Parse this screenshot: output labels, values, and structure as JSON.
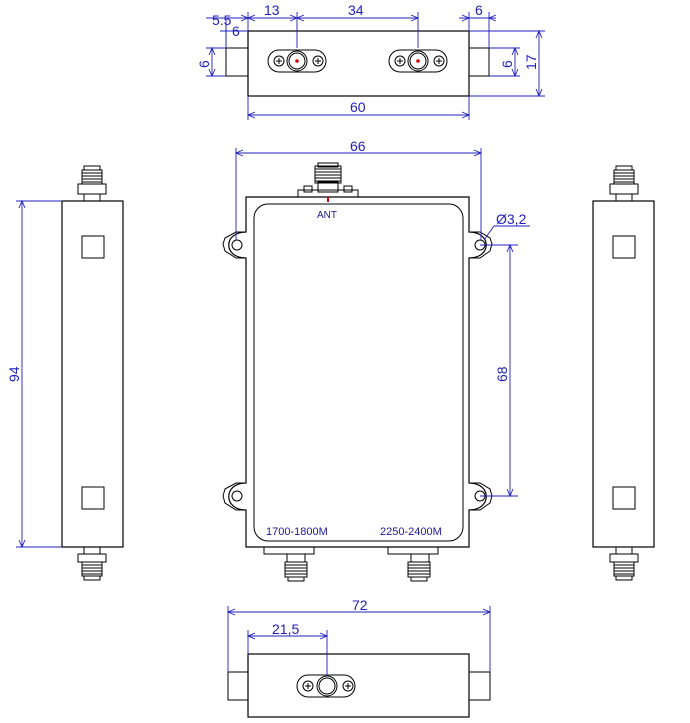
{
  "dimensions": {
    "top_5_5": "5.5",
    "top_13": "13",
    "top_34": "34",
    "top_6_right": "6",
    "top_6_left_small": "6",
    "top_6_left": "6",
    "top_6_inner": "6",
    "top_17": "17",
    "top_60": "60",
    "front_66": "66",
    "front_hole": "Ø3,2",
    "front_68": "68",
    "left_94": "94",
    "bottom_72": "72",
    "bottom_21_5": "21,5"
  },
  "labels": {
    "ant": "ANT",
    "band_low": "1700-1800M",
    "band_high": "2250-2400M"
  },
  "colors": {
    "dimension": "#2020c0",
    "outline": "#000000",
    "center_mark": "#d00000"
  }
}
